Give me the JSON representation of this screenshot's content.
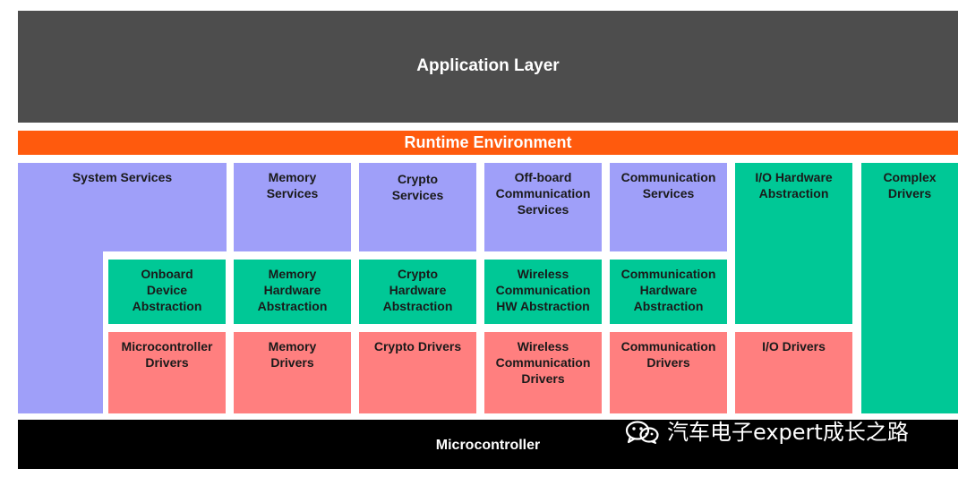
{
  "application_layer": "Application Layer",
  "runtime_environment": "Runtime Environment",
  "microcontroller": "Microcontroller",
  "blocks": {
    "system_services": "System Services",
    "memory_services": "Memory\nServices",
    "crypto_services": "Crypto\nServices",
    "offboard_communication_services": "Off-board\nCommunication\nServices",
    "communication_services": "Communication\nServices",
    "io_hardware_abstraction": "I/O Hardware\nAbstraction",
    "complex_drivers": "Complex\nDrivers",
    "onboard_device_abstraction": "Onboard\nDevice\nAbstraction",
    "memory_hardware_abstraction": "Memory\nHardware\nAbstraction",
    "crypto_hardware_abstraction": "Crypto\nHardware\nAbstraction",
    "wireless_communication_hw_abstraction": "Wireless\nCommunication\nHW Abstraction",
    "communication_hardware_abstraction": "Communication\nHardware\nAbstraction",
    "microcontroller_drivers": "Microcontroller\nDrivers",
    "memory_drivers": "Memory\nDrivers",
    "crypto_drivers": "Crypto Drivers",
    "wireless_communication_drivers": "Wireless\nCommunication\nDrivers",
    "communication_drivers": "Communication\nDrivers",
    "io_drivers": "I/O Drivers"
  },
  "watermark": {
    "text": "汽车电子expert成长之路",
    "icon": "wechat-icon"
  },
  "colors": {
    "application_layer": "#4d4d4d",
    "runtime_environment": "#ff5a0d",
    "microcontroller": "#000000",
    "services": "#9f9ff9",
    "abstraction": "#00c896",
    "drivers": "#ff7f7f"
  }
}
